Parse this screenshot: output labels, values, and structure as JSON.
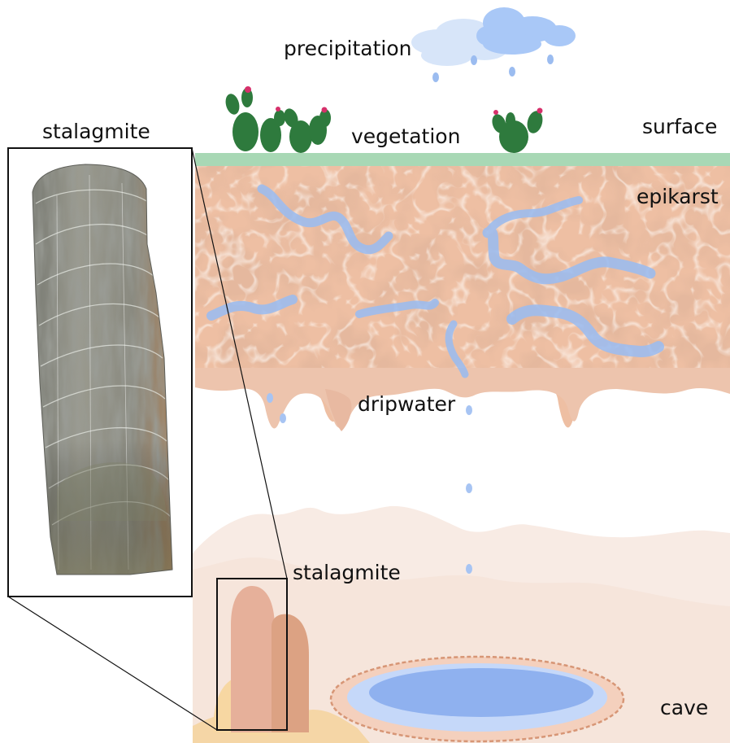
{
  "labels": {
    "precipitation": "precipitation",
    "vegetation": "vegetation",
    "surface": "surface",
    "epikarst": "epikarst",
    "dripwater": "dripwater",
    "stalagmite_inset": "stalagmite",
    "stalagmite_cave": "stalagmite",
    "cave": "cave"
  },
  "colors": {
    "cloud": "#a9c8f7",
    "cloud_light": "#d7e5f9",
    "water": "#9bbcf0",
    "pool": "#8fb1ef",
    "pool_inner": "#9dbdf5",
    "surface_strip": "#a8d8b5",
    "soil": "#e3ac8e",
    "soil_dark": "#c77f57",
    "soil_light": "#f6dccb",
    "cactus": "#2e7a3d",
    "flower": "#d6306b",
    "cave_wall": "#f8ebe4",
    "stalagmite": "#e6b09a",
    "stalagmite_dark": "#d8987a",
    "sand": "#f5d6a6",
    "specimen": "#8f8e84"
  },
  "icons": [
    "cloud-icon",
    "cactus-icon",
    "raindrop-icon"
  ]
}
